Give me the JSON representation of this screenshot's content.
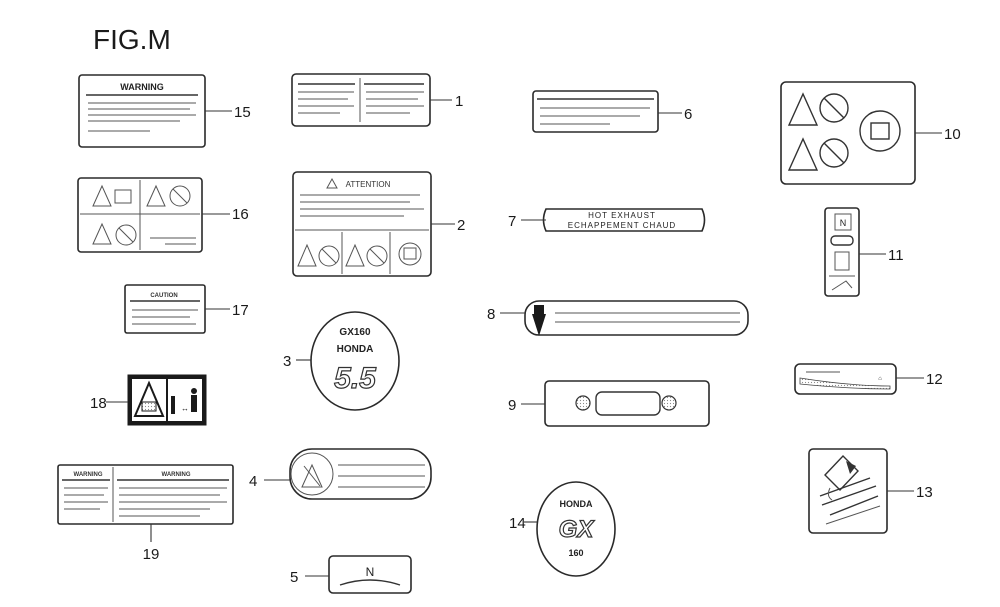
{
  "figure": {
    "title": "FIG.M"
  },
  "labels": {
    "l1": {
      "number": "1"
    },
    "l2": {
      "number": "2",
      "header": "ATTENTION"
    },
    "l3": {
      "number": "3",
      "line1": "GX160",
      "line2": "HONDA",
      "big": "5.5"
    },
    "l4": {
      "number": "4"
    },
    "l5": {
      "number": "5",
      "mark": "N"
    },
    "l6": {
      "number": "6"
    },
    "l7": {
      "number": "7",
      "line1": "HOT EXHAUST",
      "line2": "ECHAPPEMENT CHAUD"
    },
    "l8": {
      "number": "8"
    },
    "l9": {
      "number": "9"
    },
    "l10": {
      "number": "10"
    },
    "l11": {
      "number": "11",
      "mark": "N"
    },
    "l12": {
      "number": "12"
    },
    "l13": {
      "number": "13"
    },
    "l14": {
      "number": "14",
      "line1": "HONDA",
      "big": "GX",
      "line3": "160"
    },
    "l15": {
      "number": "15",
      "header": "WARNING"
    },
    "l16": {
      "number": "16"
    },
    "l17": {
      "number": "17",
      "header": "CAUTION"
    },
    "l18": {
      "number": "18"
    },
    "l19": {
      "number": "19",
      "header_left": "WARNING",
      "header_right": "WARNING"
    }
  },
  "colors": {
    "ink": "#1a1a1a",
    "paper": "#ffffff",
    "halftone": "#9a9a9a"
  }
}
